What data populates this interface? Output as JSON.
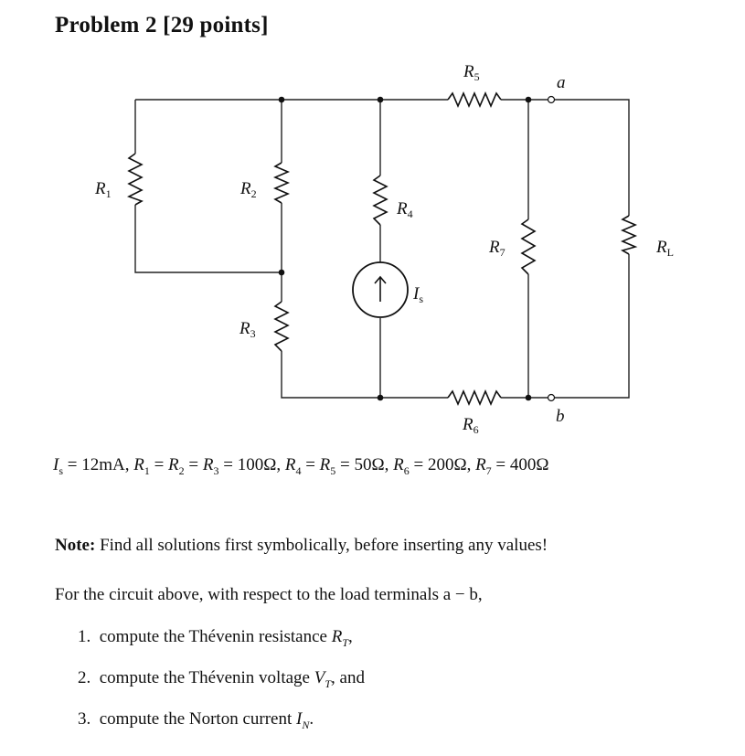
{
  "title": "Problem 2 [29 points]",
  "circuit": {
    "labels": {
      "R1": "R1",
      "R2": "R2",
      "R3": "R3",
      "R4": "R4",
      "R5": "R5",
      "R6": "R6",
      "R7": "R7",
      "RL": "RL",
      "Is": "Is",
      "a": "a",
      "b": "b"
    }
  },
  "given": {
    "Is": "12mA",
    "R1_R2_R3": "100Ω",
    "R4_R5": "50Ω",
    "R6": "200Ω",
    "R7": "400Ω"
  },
  "note": {
    "label": "Note:",
    "text": "Find all solutions first symbolically, before inserting any values!"
  },
  "intro": "For the circuit above, with respect to the load terminals a − b,",
  "tasks": [
    {
      "num": "1.",
      "text": "compute the Thévenin resistance",
      "sym": "R",
      "sub": "T",
      "end": ","
    },
    {
      "num": "2.",
      "text": "compute the Thévenin voltage",
      "sym": "V",
      "sub": "T",
      "end": ", and"
    },
    {
      "num": "3.",
      "text": "compute the Norton current",
      "sym": "I",
      "sub": "N",
      "end": "."
    }
  ]
}
